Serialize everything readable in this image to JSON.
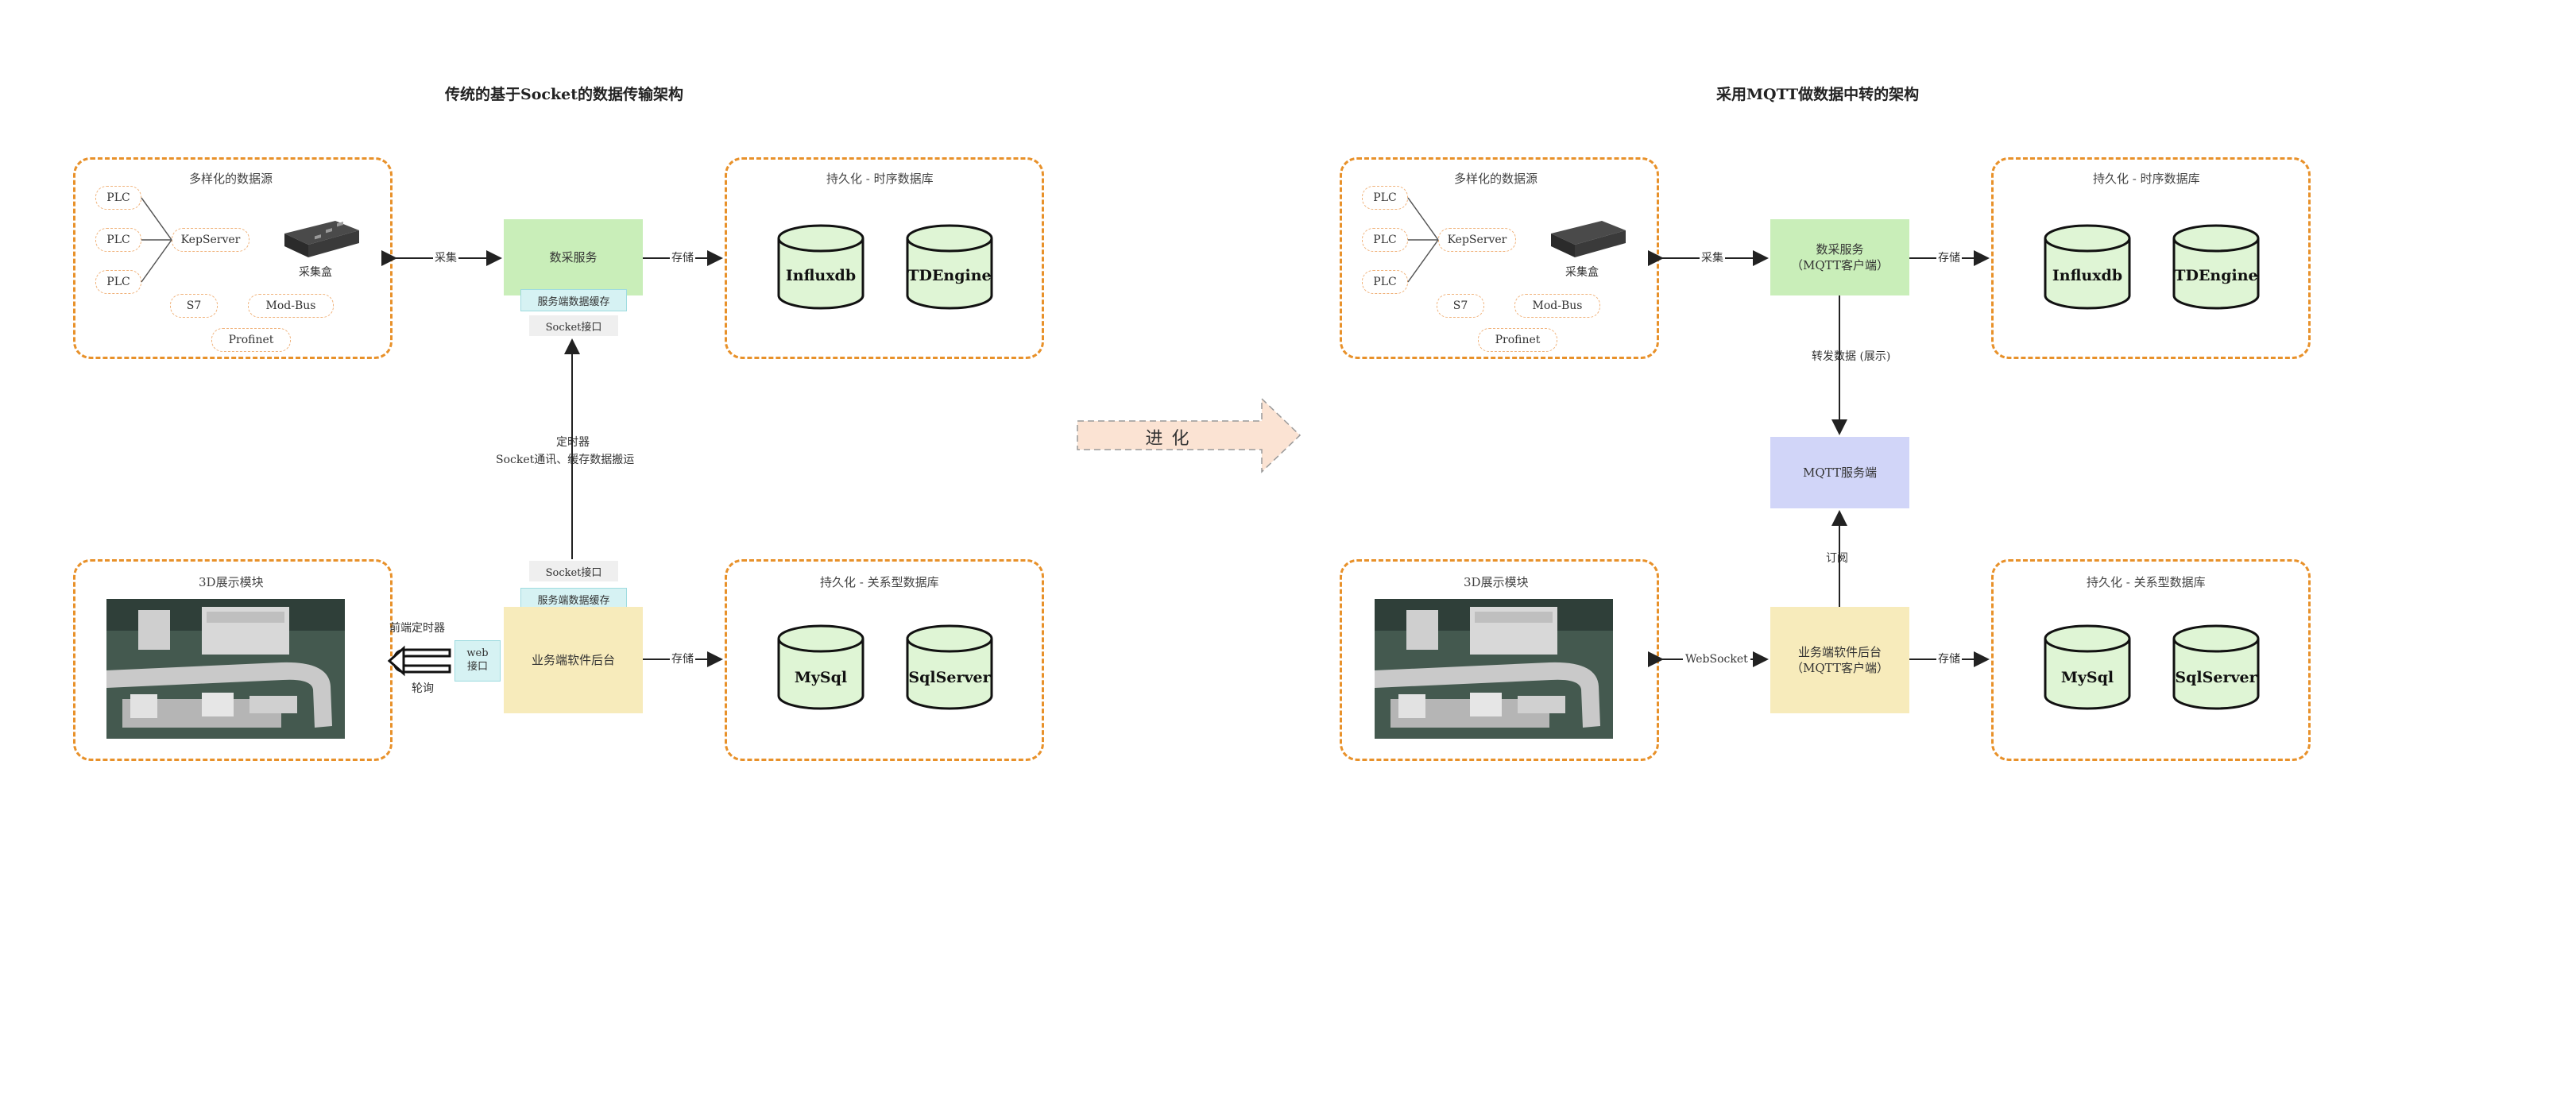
{
  "left": {
    "title": "传统的基于Socket的数据传输架构",
    "sources_label": "多样化的数据源",
    "plc": [
      "PLC",
      "PLC",
      "PLC"
    ],
    "kepserver": "KepServer",
    "collector_box": "采集盒",
    "protocols": [
      "S7",
      "Mod-Bus",
      "Profinet"
    ],
    "collect_edge": "采集",
    "collection_service": "数采服务",
    "server_cache": "服务端数据缓存",
    "socket_port": "Socket接口",
    "store_edge": "存储",
    "tsdb_label": "持久化 - 时序数据库",
    "tsdb": [
      "Influxdb",
      "TDEngine"
    ],
    "timer_edge": "定时器",
    "timer_edge_2": "Socket通讯、缓存数据搬运",
    "socket_port_2": "Socket接口",
    "server_cache_2": "服务端数据缓存",
    "backend": "业务端软件后台",
    "store_edge_2": "存储",
    "rdb_label": "持久化 - 关系型数据库",
    "rdb": [
      "MySql",
      "SqlServer"
    ],
    "display_label": "3D展示模块",
    "frontend_timer": "前端定时器",
    "web_port": "web\n接口",
    "polling": "轮询"
  },
  "evolution": "进 化",
  "right": {
    "title": "采用MQTT做数据中转的架构",
    "sources_label": "多样化的数据源",
    "plc": [
      "PLC",
      "PLC",
      "PLC"
    ],
    "kepserver": "KepServer",
    "collector_box": "采集盒",
    "protocols": [
      "S7",
      "Mod-Bus",
      "Profinet"
    ],
    "collect_edge": "采集",
    "collection_service": "数采服务\n（MQTT客户端）",
    "store_edge": "存储",
    "tsdb_label": "持久化 - 时序数据库",
    "tsdb": [
      "Influxdb",
      "TDEngine"
    ],
    "forward_edge": "转发数据\n(展示)",
    "mqtt_server": "MQTT服务端",
    "subscribe_edge": "订阅",
    "display_label": "3D展示模块",
    "websocket_edge": "WebSocket",
    "backend": "业务端软件后台\n（MQTT客户端）",
    "store_edge_2": "存储",
    "rdb_label": "持久化 - 关系型数据库",
    "rdb": [
      "MySql",
      "SqlServer"
    ]
  },
  "colors": {
    "group_border": "#e8912a",
    "service_green": "#c9eeb9",
    "backend_yellow": "#f7ebbb",
    "mqtt_blue": "#d1d5f8",
    "cylinder_fill": "#dff5d5",
    "arrow_fill": "#fbe3d3"
  }
}
